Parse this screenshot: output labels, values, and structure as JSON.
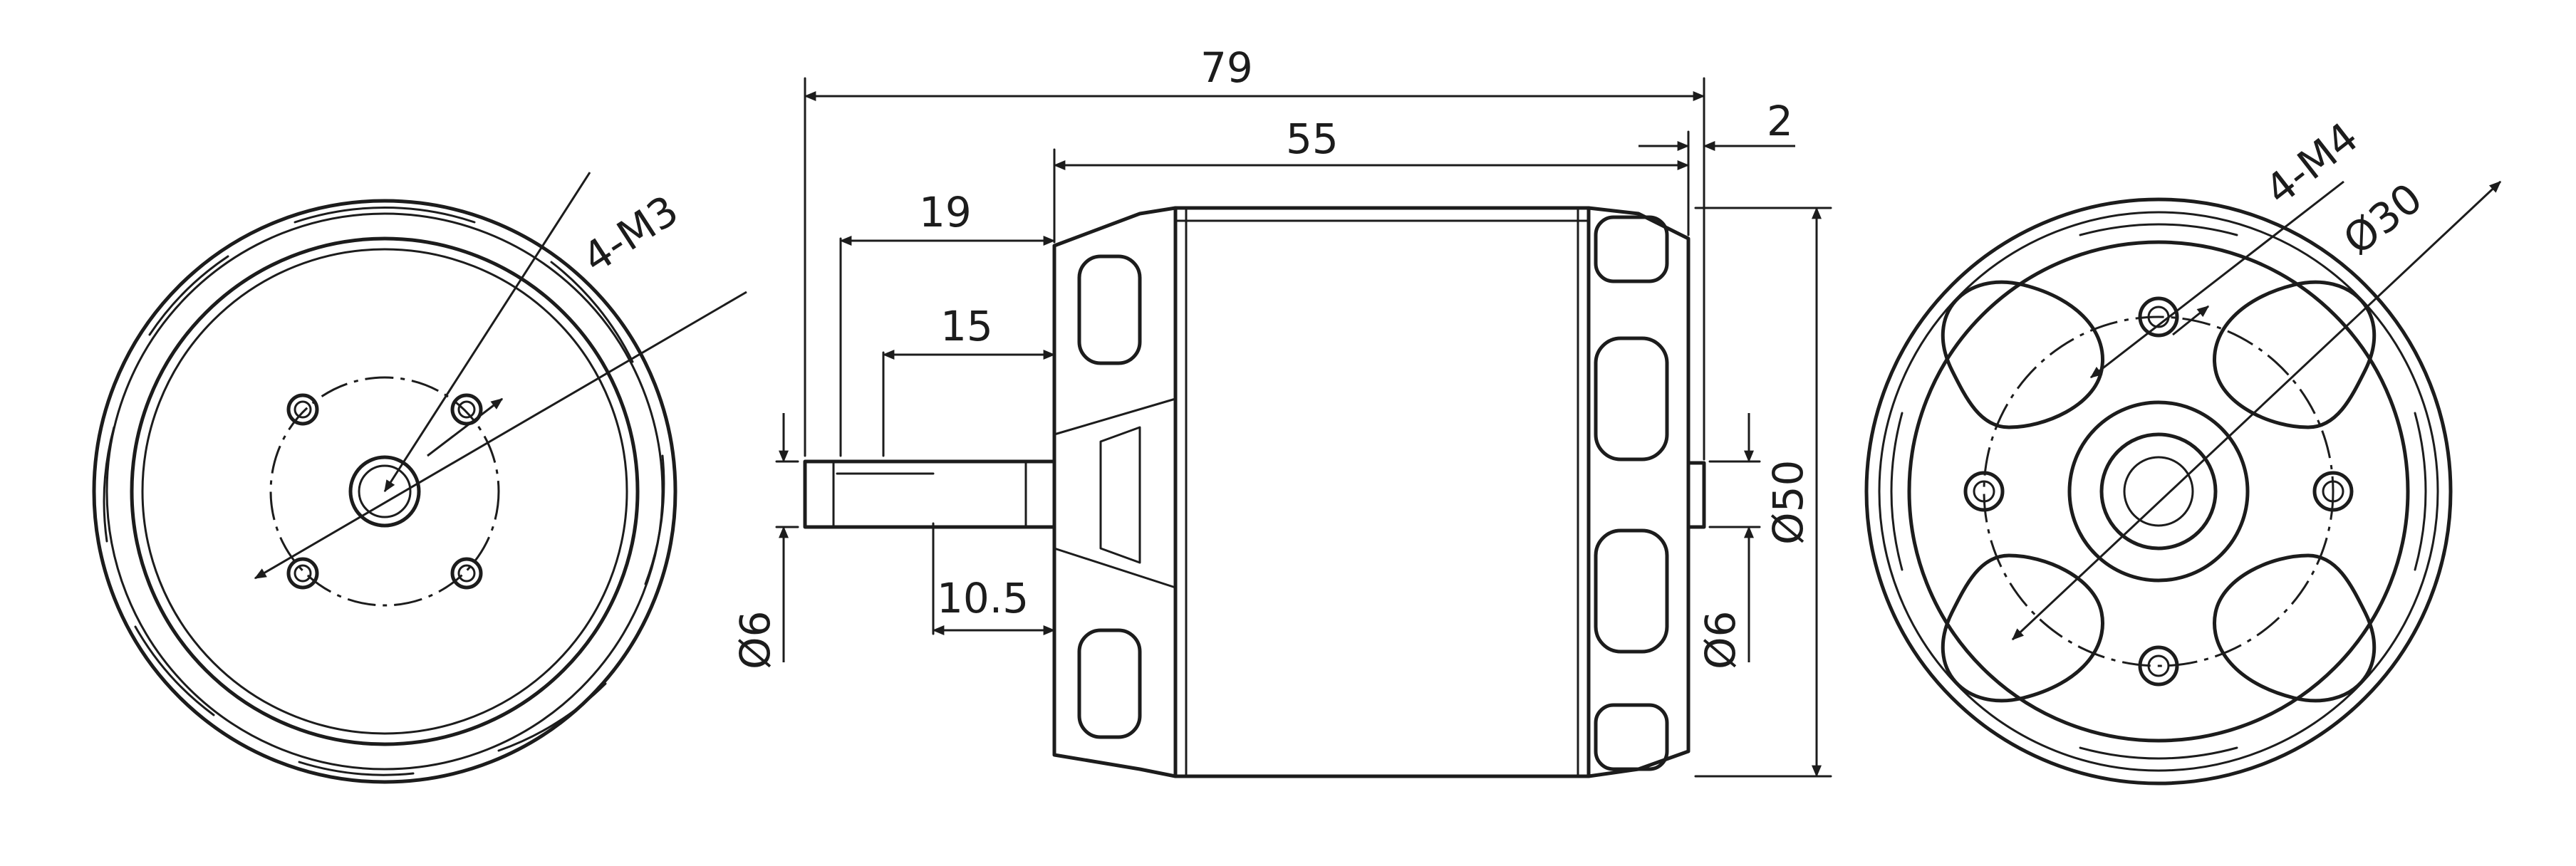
{
  "drawing": {
    "views": [
      "front-view",
      "side-view",
      "rear-view"
    ],
    "line_color": "#1c1c1c",
    "background": "#ffffff"
  },
  "dimensions": {
    "overall_length": "79",
    "body_length": "55",
    "rear_shaft_offset": "2",
    "front_shaft_length": "19",
    "shaft_extension": "15",
    "shaft_step": "10.5",
    "front_shaft_diameter": "Ø6",
    "rear_shaft_diameter": "Ø6",
    "body_diameter": "Ø50",
    "front_thread": "4-M3",
    "rear_thread": "4-M4",
    "rear_bolt_circle": "Ø30"
  }
}
